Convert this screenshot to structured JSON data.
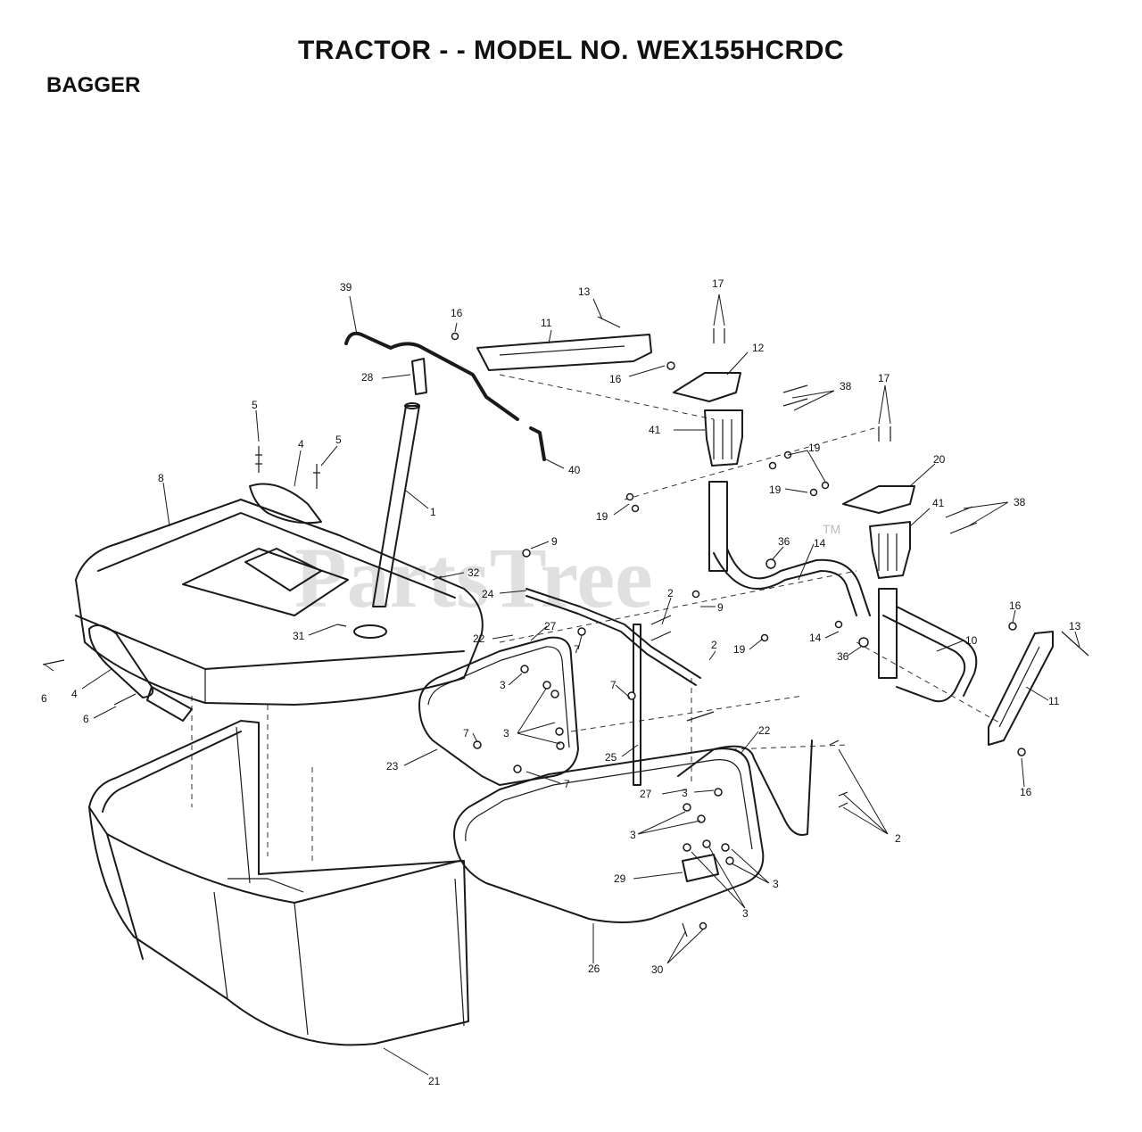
{
  "header": {
    "title": "TRACTOR - - MODEL NO. WEX155HCRDC",
    "section": "BAGGER"
  },
  "watermark": {
    "text": "PartsTree",
    "tm": "TM"
  },
  "callouts": [
    {
      "id": "c39",
      "label": "39"
    },
    {
      "id": "c13a",
      "label": "13"
    },
    {
      "id": "c16a",
      "label": "16"
    },
    {
      "id": "c11a",
      "label": "11"
    },
    {
      "id": "c17a",
      "label": "17"
    },
    {
      "id": "c12",
      "label": "12"
    },
    {
      "id": "c28",
      "label": "28"
    },
    {
      "id": "c16b",
      "label": "16"
    },
    {
      "id": "c38a",
      "label": "38"
    },
    {
      "id": "c17b",
      "label": "17"
    },
    {
      "id": "c41a",
      "label": "41"
    },
    {
      "id": "c5a",
      "label": "5"
    },
    {
      "id": "c4a",
      "label": "4"
    },
    {
      "id": "c5b",
      "label": "5"
    },
    {
      "id": "c19a",
      "label": "19"
    },
    {
      "id": "c40",
      "label": "40"
    },
    {
      "id": "c8",
      "label": "8"
    },
    {
      "id": "c20",
      "label": "20"
    },
    {
      "id": "c19b",
      "label": "19"
    },
    {
      "id": "c1",
      "label": "1"
    },
    {
      "id": "c19c",
      "label": "19"
    },
    {
      "id": "c41b",
      "label": "41"
    },
    {
      "id": "c38b",
      "label": "38"
    },
    {
      "id": "c9a",
      "label": "9"
    },
    {
      "id": "c36a",
      "label": "36"
    },
    {
      "id": "c14a",
      "label": "14"
    },
    {
      "id": "c32",
      "label": "32"
    },
    {
      "id": "c24",
      "label": "24"
    },
    {
      "id": "c2a",
      "label": "2"
    },
    {
      "id": "c9b",
      "label": "9"
    },
    {
      "id": "c16c",
      "label": "16"
    },
    {
      "id": "c13b",
      "label": "13"
    },
    {
      "id": "c31",
      "label": "31"
    },
    {
      "id": "c27a",
      "label": "27"
    },
    {
      "id": "c22a",
      "label": "22"
    },
    {
      "id": "c7a",
      "label": "7"
    },
    {
      "id": "c2b",
      "label": "2"
    },
    {
      "id": "c19d",
      "label": "19"
    },
    {
      "id": "c14b",
      "label": "14"
    },
    {
      "id": "c10",
      "label": "10"
    },
    {
      "id": "c36b",
      "label": "36"
    },
    {
      "id": "c6a",
      "label": "6"
    },
    {
      "id": "c4b",
      "label": "4"
    },
    {
      "id": "c3a",
      "label": "3"
    },
    {
      "id": "c7b",
      "label": "7"
    },
    {
      "id": "c11b",
      "label": "11"
    },
    {
      "id": "c6b",
      "label": "6"
    },
    {
      "id": "c7c",
      "label": "7"
    },
    {
      "id": "c3b",
      "label": "3"
    },
    {
      "id": "c22b",
      "label": "22"
    },
    {
      "id": "c23",
      "label": "23"
    },
    {
      "id": "c25",
      "label": "25"
    },
    {
      "id": "c7d",
      "label": "7"
    },
    {
      "id": "c27b",
      "label": "27"
    },
    {
      "id": "c3c",
      "label": "3"
    },
    {
      "id": "c16d",
      "label": "16"
    },
    {
      "id": "c3d",
      "label": "3"
    },
    {
      "id": "c2c",
      "label": "2"
    },
    {
      "id": "c29",
      "label": "29"
    },
    {
      "id": "c3e",
      "label": "3"
    },
    {
      "id": "c3f",
      "label": "3"
    },
    {
      "id": "c26",
      "label": "26"
    },
    {
      "id": "c30",
      "label": "30"
    },
    {
      "id": "c21",
      "label": "21"
    }
  ]
}
